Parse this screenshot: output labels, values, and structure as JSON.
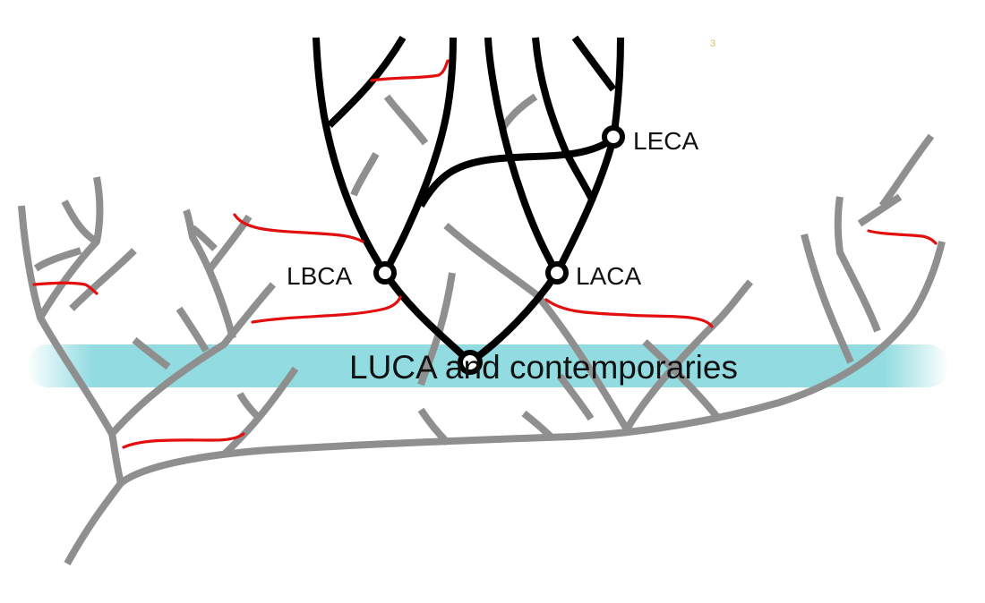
{
  "labels": {
    "leca": "LECA",
    "lbca": "LBCA",
    "laca": "LACA",
    "luca": "LUCA and contemporaries",
    "page_number": "3"
  },
  "colors": {
    "background": "#ffffff",
    "extinct_branches": "#8f8f8f",
    "surviving_lineages": "#000000",
    "horizontal_gene_transfer": "#e30f0f",
    "luca_band": "#7fd6dc",
    "node_fill": "#ffffff",
    "page_number": "#d9c25a"
  }
}
